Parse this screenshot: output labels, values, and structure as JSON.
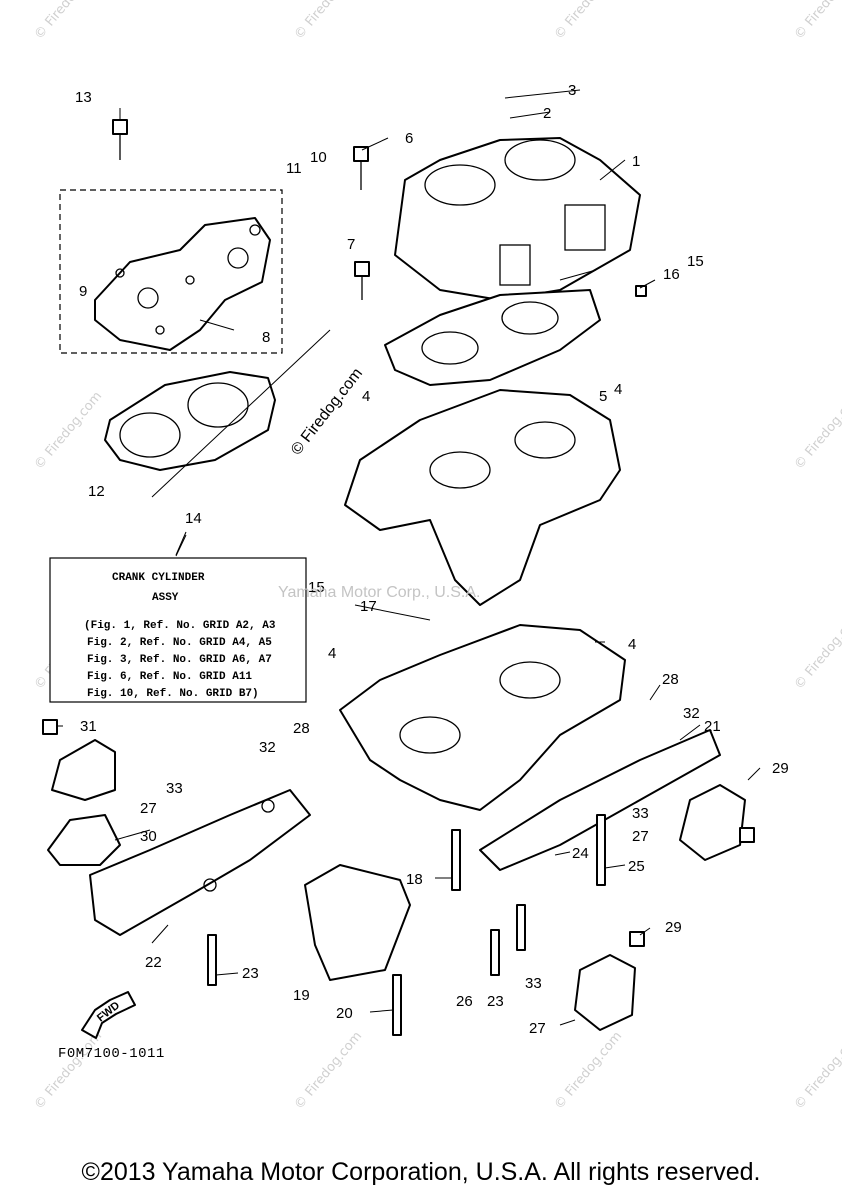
{
  "diagram": {
    "callouts": [
      "1",
      "2",
      "3",
      "4",
      "5",
      "6",
      "7",
      "8",
      "9",
      "10",
      "11",
      "12",
      "13",
      "14",
      "15",
      "16",
      "17",
      "18",
      "19",
      "20",
      "21",
      "22",
      "23",
      "24",
      "25",
      "26",
      "27",
      "28",
      "29",
      "30",
      "31",
      "32",
      "33"
    ],
    "note_box": {
      "title_line1": "CRANK CYLINDER",
      "title_line2": "ASSY",
      "lines": [
        "(Fig. 1, Ref. No. GRID A2, A3",
        "Fig. 2, Ref. No. GRID A4, A5",
        "Fig. 3, Ref. No. GRID A6, A7",
        "Fig. 6, Ref. No. GRID A11",
        "Fig. 10, Ref. No. GRID B7)"
      ]
    },
    "figure_code": "F0M7100-1011",
    "fwd_label": "FWD",
    "watermark_center": "Yamaha Motor Corp., U.S.A.",
    "watermark_diagonal": "© Firedog.com",
    "watermark_tile": "© Firedog.com"
  },
  "footer": {
    "copyright": "©2013 Yamaha Motor Corporation, U.S.A. All rights reserved."
  }
}
